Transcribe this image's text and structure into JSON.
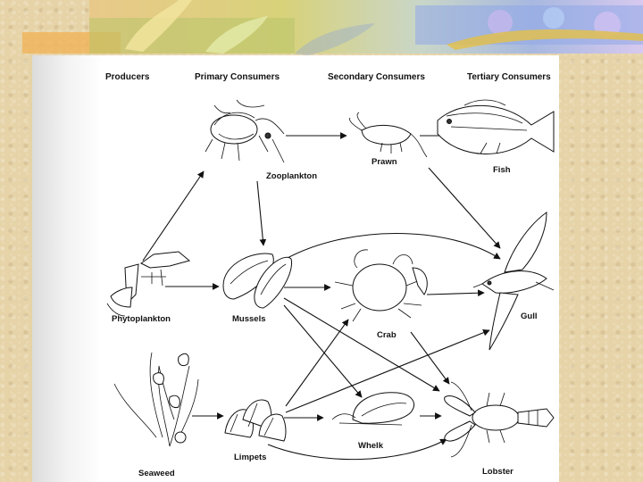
{
  "headers": {
    "producers": "Producers",
    "primary": "Primary Consumers",
    "secondary": "Secondary Consumers",
    "tertiary": "Tertiary Consumers"
  },
  "organisms": {
    "zooplankton": "Zooplankton",
    "prawn": "Prawn",
    "fish": "Fish",
    "phytoplankton": "Phytoplankton",
    "mussels": "Mussels",
    "crab": "Crab",
    "gull": "Gull",
    "seaweed": "Seaweed",
    "limpets": "Limpets",
    "whelk": "Whelk",
    "lobster": "Lobster"
  }
}
